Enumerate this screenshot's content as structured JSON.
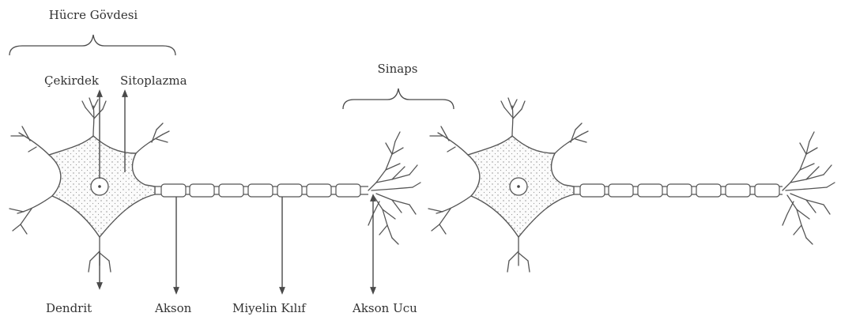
{
  "labels": {
    "cell_body": "Hücre Gövdesi",
    "nucleus": "Çekirdek",
    "cytoplasm": "Sitoplazma",
    "synapse": "Sinaps",
    "dendrite": "Dendrit",
    "axon": "Akson",
    "myelin_sheath": "Miyelin Kılıf",
    "axon_terminal": "Akson Ucu"
  },
  "colors": {
    "stroke": "#555555",
    "text": "#333333",
    "background": "#ffffff"
  }
}
